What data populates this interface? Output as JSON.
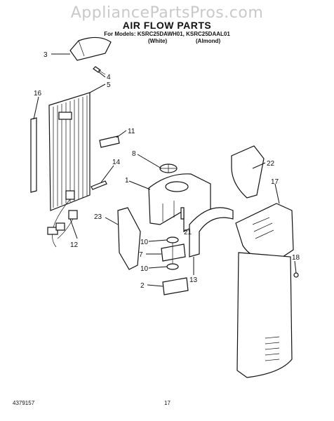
{
  "watermark": "AppliancePartsPros.com",
  "title": "AIR FLOW PARTS",
  "models_line": "For Models: KSRC25DAWH01, KSRC25DAAL01",
  "model_color_1": "(White)",
  "model_color_2": "(Almond)",
  "callouts": [
    "3",
    "4",
    "5",
    "16",
    "11",
    "8",
    "22",
    "14",
    "1",
    "17",
    "23",
    "21",
    "12",
    "10",
    "7",
    "10",
    "13",
    "18",
    "2"
  ],
  "footer_left": "4379157",
  "footer_page": "17"
}
